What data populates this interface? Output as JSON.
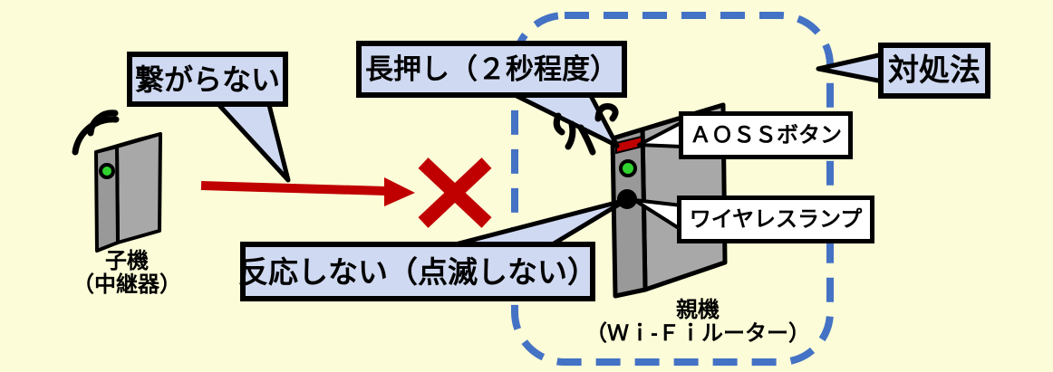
{
  "diagram": {
    "background_color": "#FCFCD8",
    "bubble_fill": "#CFD9F1",
    "box_fill": "#FFFFFF",
    "outline_color": "#000000",
    "error_red": "#C00000",
    "dashed_blue": "#4472C4",
    "device_gray_front": "#999999",
    "device_gray_side": "#A8A8A8",
    "device_gray_top": "#B9B9B9",
    "led_green": "#2FD32F"
  },
  "labels": {
    "cannot_connect": "繋がらない",
    "long_press": "長押し（２秒程度）",
    "no_response": "反応しない（点滅しない）",
    "aoss_button": "ＡＯＳＳボタン",
    "wireless_lamp": "ワイヤレスランプ",
    "solution": "対処法",
    "child_device_line1": "子機",
    "child_device_line2": "（中継器）",
    "parent_device_line1": "親機",
    "parent_device_line2": "（Ｗｉ-Ｆｉルーター）"
  },
  "icons": {
    "wifi_signal": "concentric-arcs",
    "error_cross": "✕",
    "aoss_button_indicator": "red-bar",
    "power_led": "green-dot",
    "wireless_lamp_indicator": "black-dot"
  }
}
